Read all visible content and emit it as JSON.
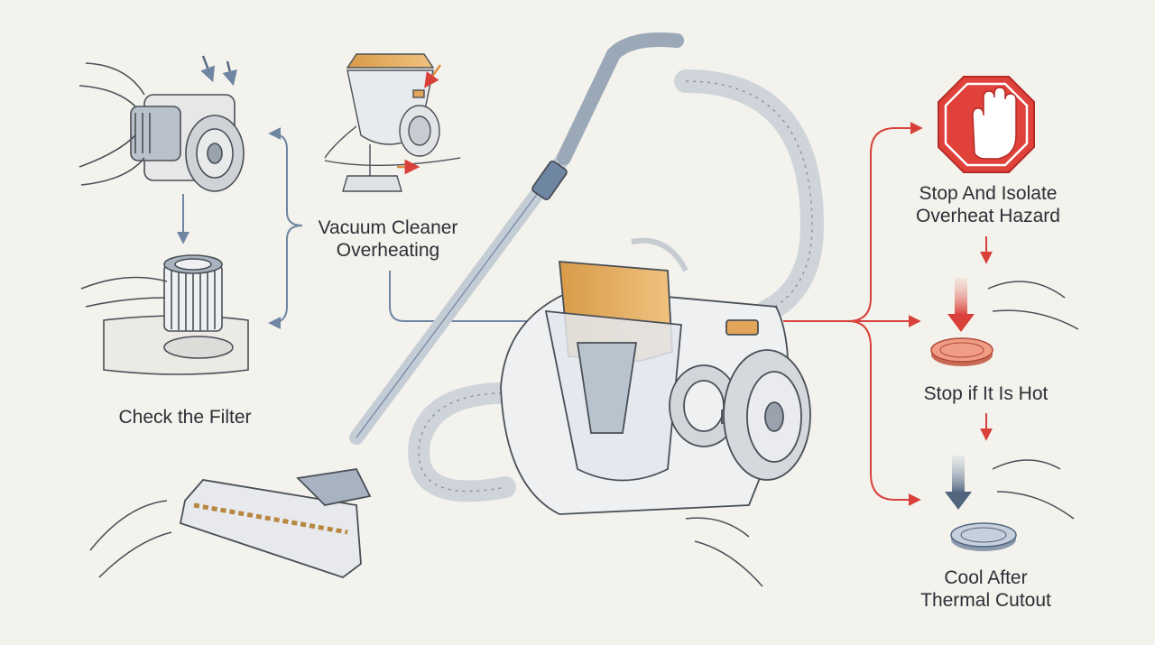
{
  "center": {
    "line1": "Vacuum Cleaner",
    "line2": "Overheating"
  },
  "left": {
    "filter_label": "Check the Filter"
  },
  "right": {
    "step1": {
      "line1": "Stop And Isolate",
      "line2": "Overheat Hazard"
    },
    "step2": {
      "line1": "Stop if It Is Hot"
    },
    "step3": {
      "line1": "Cool After",
      "line2": "Thermal Cutout"
    }
  },
  "colors": {
    "background": "#f3f2ec",
    "flow_blue": "#6f86a3",
    "flow_red": "#d9403a",
    "accent_orange": "#e3a55a",
    "stop_sign": "#e0413b"
  },
  "icons": [
    "stop-hand-icon",
    "hot-disc-icon",
    "cool-disc-icon",
    "down-arrow-icon"
  ]
}
